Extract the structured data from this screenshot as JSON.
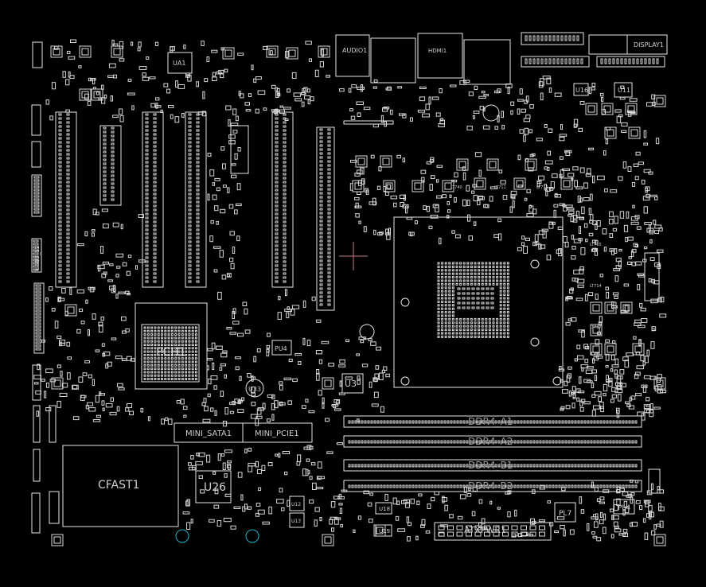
{
  "canvas": {
    "background": "#000000",
    "stroke": "#e6e6e6",
    "accent": "#19b5c8"
  },
  "labels": {
    "audio": "AUDIO1",
    "display": "DISPLAY1",
    "ua1": "UA1",
    "hdmi": "HDMI1",
    "u16": "U16",
    "u11": "U11",
    "usb": "USB3_12",
    "pch": "PCH1",
    "pu4": "PU4",
    "u3": "U3",
    "u33": "U33",
    "mini_sata": "MINI_SATA1",
    "mini_pcie": "MINI_PCIE1",
    "cfast": "CFAST1",
    "u26": "U26",
    "u18": "U18",
    "u19": "U19",
    "u12": "U12",
    "u13": "U13",
    "pl7": "PL7",
    "pl4": "PL4",
    "atx": "ATXPWR1",
    "lt1": "LT740",
    "lt2": "LT711",
    "lt3": "LT712",
    "lt4": "LT715",
    "lt5": "LT714",
    "lt6": "LT717",
    "dimms": [
      "DDR4_A1",
      "DDR4_A2",
      "DDR4_B1",
      "DDR4_B2"
    ]
  }
}
